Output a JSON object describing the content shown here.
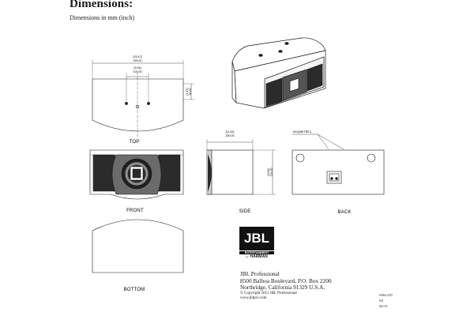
{
  "page": {
    "title": "Dimensions:",
    "subtitle": "Dimensions in mm (inch)"
  },
  "views": {
    "top": "TOP",
    "front": "FRONT",
    "side": "SIDE",
    "back": "BACK",
    "bottom": "BOTTOM"
  },
  "dimensions": {
    "top_width_inch": "[15.47]",
    "top_width_mm": "393.00",
    "top_inner_inch": "[3.94]",
    "top_inner_mm": "100.00",
    "top_depth_inch": "[1.97]",
    "top_depth_mm": "50.00",
    "side_depth_inch": "[11.42]",
    "side_depth_mm": "290.00",
    "side_height_inch": "[8.66]",
    "side_height_mm": "220.00",
    "back_thread": "M10(METRIC)"
  },
  "logo": {
    "brand": "JBL",
    "division": "ENTERTAINMENT",
    "by": "by",
    "parent": "HARMAN"
  },
  "address": {
    "company": "JBL Professional",
    "street": "8500 Balboa Boulevard, P.O. Box 2200",
    "city": "Northridge, California 91329 U.S.A.",
    "copyright": "© Copyright 2011 JBL Professional",
    "website": "www.jblpro.com"
  },
  "doc_info": {
    "code": "SSKi310",
    "rev": "SZ",
    "date": "04/15"
  },
  "colors": {
    "line": "#1a1a1a",
    "grille_dark": "#2b2b2b",
    "logo_bg": "#111111"
  }
}
